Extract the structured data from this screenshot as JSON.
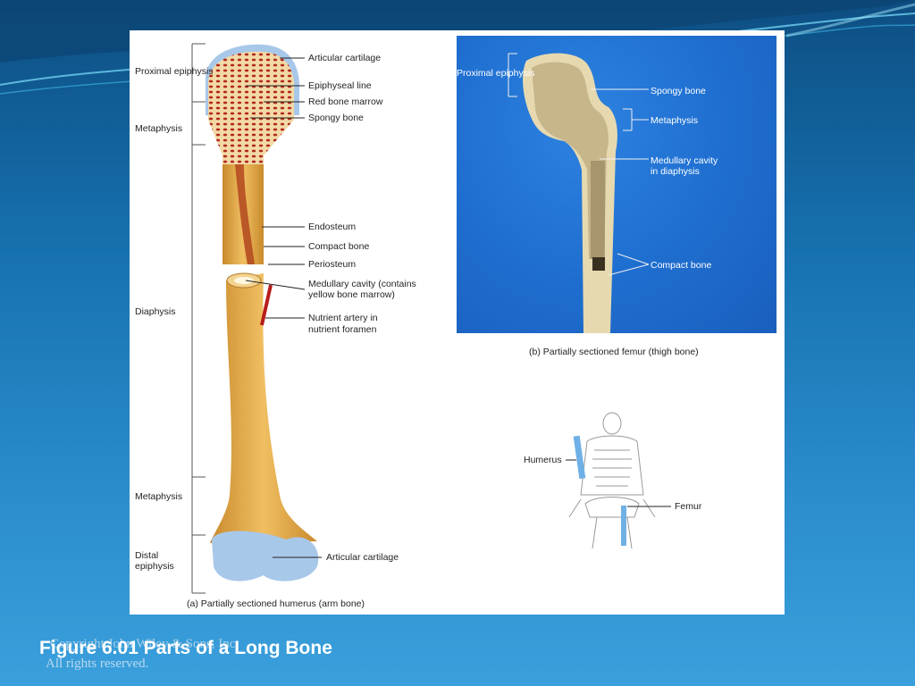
{
  "slide": {
    "title": "Figure 6.01 Parts of a Long Bone",
    "copyright_line1": "Copyright John Wiley & Sons, Inc.",
    "copyright_line2": "All rights reserved."
  },
  "panel_a": {
    "caption": "(a) Partially sectioned humerus (arm bone)",
    "region_labels": {
      "proximal_epiphysis": "Proximal epiphysis",
      "metaphysis_top": "Metaphysis",
      "diaphysis": "Diaphysis",
      "metaphysis_bottom": "Metaphysis",
      "distal_epiphysis": "Distal epiphysis"
    },
    "part_labels": {
      "articular_cartilage_top": "Articular cartilage",
      "epiphyseal_line": "Epiphyseal line",
      "red_bone_marrow": "Red bone marrow",
      "spongy_bone": "Spongy bone",
      "endosteum": "Endosteum",
      "compact_bone": "Compact bone",
      "periosteum": "Periosteum",
      "medullary_cavity_1": "Medullary cavity (contains",
      "medullary_cavity_2": "yellow bone marrow)",
      "nutrient_artery_1": "Nutrient artery in",
      "nutrient_artery_2": "nutrient foramen",
      "articular_cartilage_bottom": "Articular cartilage"
    }
  },
  "panel_b": {
    "caption": "(b) Partially sectioned femur (thigh bone)",
    "labels": {
      "proximal_epiphysis": "Proximal epiphysis",
      "spongy_bone": "Spongy bone",
      "metaphysis": "Metaphysis",
      "medullary_cavity_1": "Medullary cavity",
      "medullary_cavity_2": "in diaphysis",
      "compact_bone": "Compact bone"
    }
  },
  "skeleton": {
    "humerus": "Humerus",
    "femur": "Femur"
  }
}
